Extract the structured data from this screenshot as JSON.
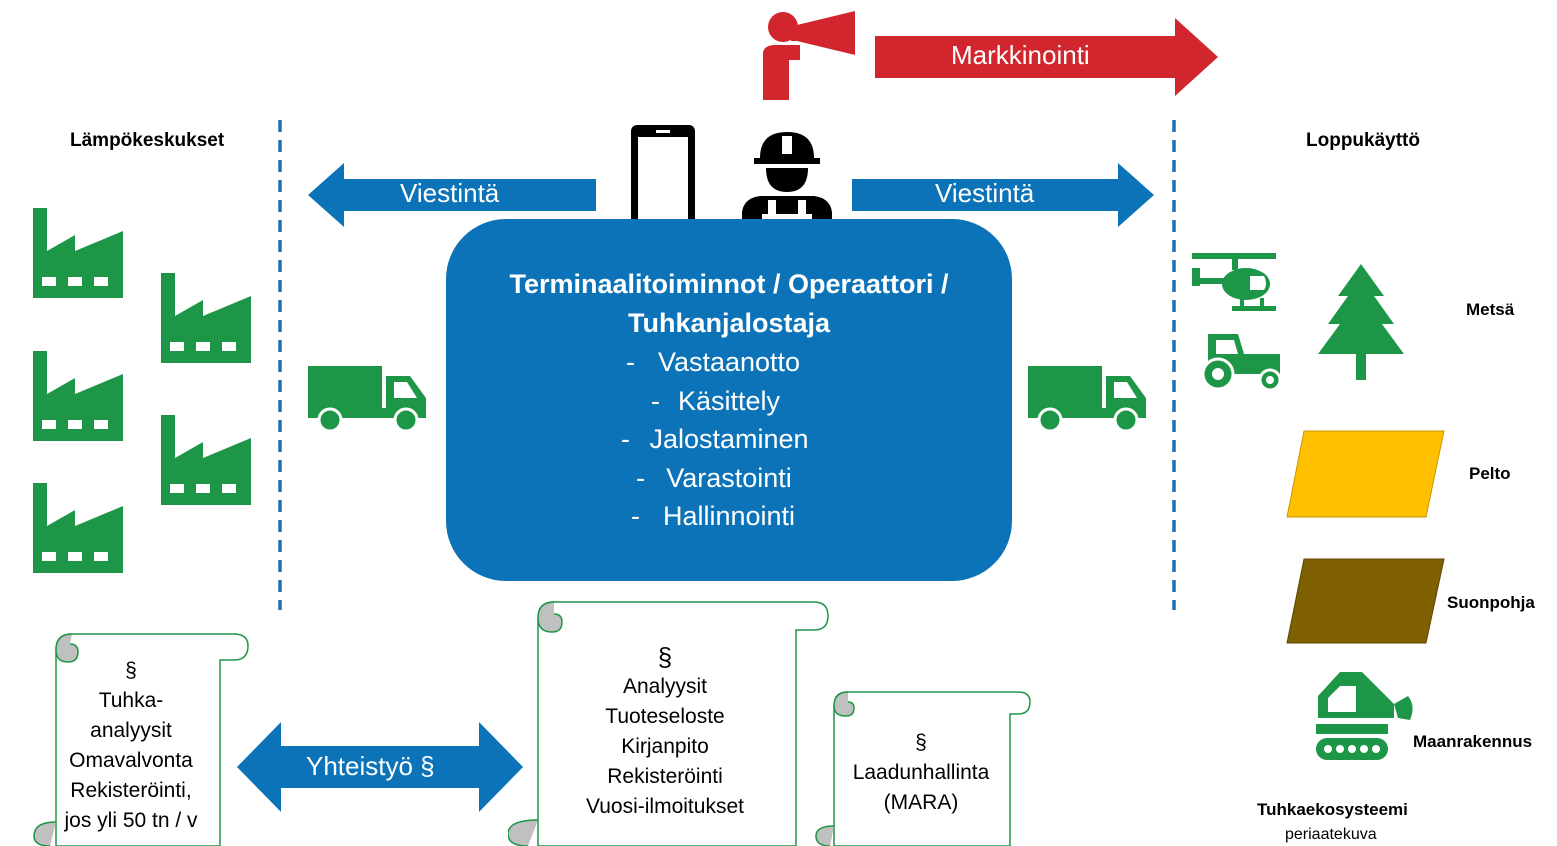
{
  "left_heading": "Lämpökeskukset",
  "right_heading": "Loppukäyttö",
  "marketing_label": "Markkinointi",
  "communication_left": "Viestintä",
  "communication_right": "Viestintä",
  "cooperation_label": "Yhteistyö §",
  "center": {
    "title_line1": "Terminaalitoiminnot / Operaattori /",
    "title_line2": "Tuhkanjalostaja",
    "items": [
      "Vastaanotto",
      "Käsittely",
      "Jalostaminen",
      "Varastointi",
      "Hallinnointi"
    ]
  },
  "scroll_left": [
    "§",
    "Tuhka-",
    "analyysit",
    "Omavalvonta",
    "Rekisteröinti,",
    "jos yli 50 tn / v"
  ],
  "scroll_middle": [
    "§",
    "Analyysit",
    "Tuoteseloste",
    "Kirjanpito",
    "Rekisteröinti",
    "Vuosi-ilmoitukset"
  ],
  "scroll_right": [
    "§",
    "Laadunhallinta",
    "(MARA)"
  ],
  "end_uses": {
    "forest": "Metsä",
    "field": "Pelto",
    "bog": "Suonpohja",
    "earthworks": "Maanrakennus"
  },
  "caption_title": "Tuhkaekosysteemi",
  "caption_sub": "periaatekuva",
  "colors": {
    "blue": "#0d73b8",
    "green": "#1e9648",
    "red": "#d1262e",
    "yellow": "#ffc000",
    "brown": "#7f6000",
    "dash": "#1f6fb3"
  },
  "icons": [
    "factory-icon",
    "truck-icon",
    "phone-icon",
    "worker-icon",
    "megaphone-person-icon",
    "helicopter-icon",
    "tractor-icon",
    "tree-icon",
    "excavator-icon"
  ]
}
